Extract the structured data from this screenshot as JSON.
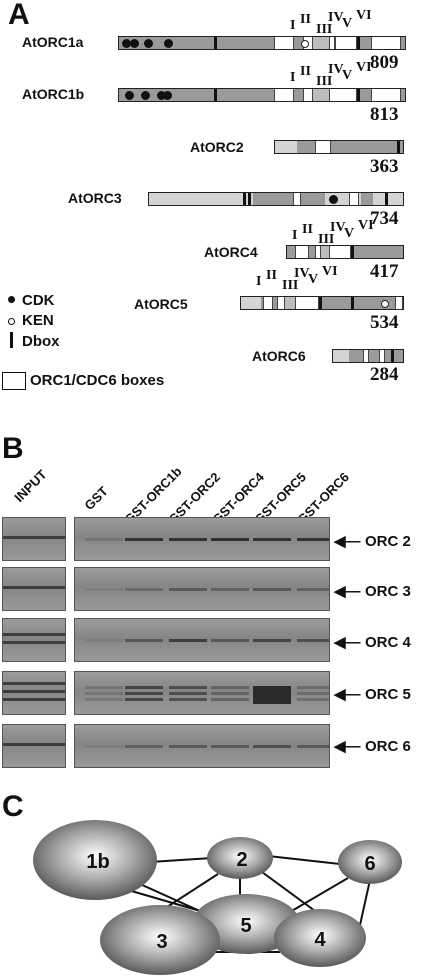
{
  "panels": {
    "a": "A",
    "b": "B",
    "c": "C"
  },
  "proteins": [
    {
      "name": "AtORC1a",
      "length": "809",
      "motifs": [
        "I",
        "II",
        "III",
        "IV",
        "V",
        "VI"
      ]
    },
    {
      "name": "AtORC1b",
      "length": "813",
      "motifs": [
        "I",
        "II",
        "III",
        "IV",
        "V",
        "VI"
      ]
    },
    {
      "name": "AtORC2",
      "length": "363"
    },
    {
      "name": "AtORC3",
      "length": "734"
    },
    {
      "name": "AtORC4",
      "length": "417",
      "motifs": [
        "I",
        "II",
        "III",
        "IV",
        "V",
        "VI"
      ]
    },
    {
      "name": "AtORC5",
      "length": "534",
      "motifs": [
        "I",
        "II",
        "III",
        "IV",
        "V",
        "VI"
      ]
    },
    {
      "name": "AtORC6",
      "length": "284"
    }
  ],
  "legend": {
    "cdk": "CDK",
    "ken": "KEN",
    "dbox": "Dbox",
    "boxes": "ORC1/CDC6 boxes"
  },
  "lanes": [
    "INPUT",
    "GST",
    "GST-ORC1b",
    "GST-ORC2",
    "GST-ORC4",
    "GST-ORC5",
    "GST-ORC6"
  ],
  "rows": [
    "ORC 2",
    "ORC 3",
    "ORC 4",
    "ORC 5",
    "ORC 6"
  ],
  "network": {
    "nodes": [
      "1b",
      "2",
      "5",
      "3",
      "4",
      "6"
    ],
    "edges": [
      [
        "1b",
        "2"
      ],
      [
        "1b",
        "5"
      ],
      [
        "1b",
        "4"
      ],
      [
        "2",
        "5"
      ],
      [
        "2",
        "6"
      ],
      [
        "2",
        "3"
      ],
      [
        "2",
        "4"
      ],
      [
        "5",
        "6"
      ],
      [
        "3",
        "4"
      ],
      [
        "6",
        "4"
      ]
    ]
  },
  "colors": {
    "bar": "#9a9a9a",
    "box": "#ffffff",
    "light": "#d4d4d4",
    "gel": "#8f8f8f"
  }
}
